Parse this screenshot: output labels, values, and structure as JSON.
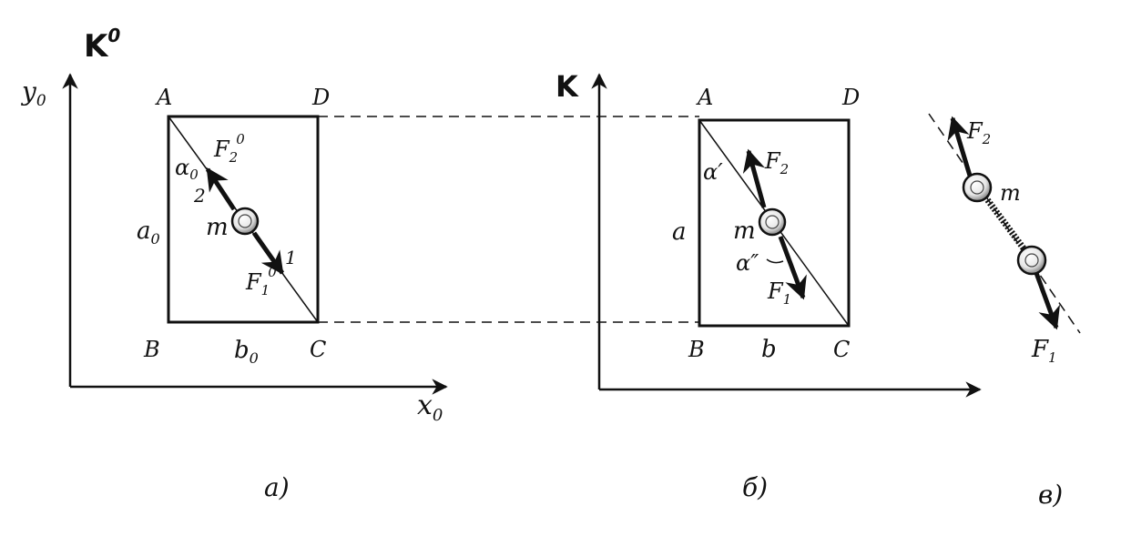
{
  "panel_a": {
    "frame": "K",
    "frame_sup": "0",
    "y_axis": "y",
    "y_axis_sub": "0",
    "x_axis": "x",
    "x_axis_sub": "0",
    "A": "A",
    "B": "B",
    "C": "C",
    "D": "D",
    "side_a": "a",
    "side_a_sub": "0",
    "side_b": "b",
    "side_b_sub": "0",
    "angle": "α",
    "angle_sub": "0",
    "mass": "m",
    "F2": "F",
    "F2_sub": "2",
    "F2_sup": "0",
    "F1": "F",
    "F1_sub": "1",
    "F1_sup": "0",
    "n1": "1",
    "n2": "2",
    "caption": "a)"
  },
  "panel_b": {
    "frame": "K",
    "A": "A",
    "B": "B",
    "C": "C",
    "D": "D",
    "side_a": "a",
    "side_b": "b",
    "angle1": "α′",
    "angle2": "α″",
    "mass": "m",
    "F2": "F",
    "F2_sub": "2",
    "F1": "F",
    "F1_sub": "1",
    "caption": "б)"
  },
  "panel_c": {
    "mass": "m",
    "F2": "F",
    "F2_sub": "2",
    "F1": "F",
    "F1_sub": "1",
    "caption": "в)"
  }
}
